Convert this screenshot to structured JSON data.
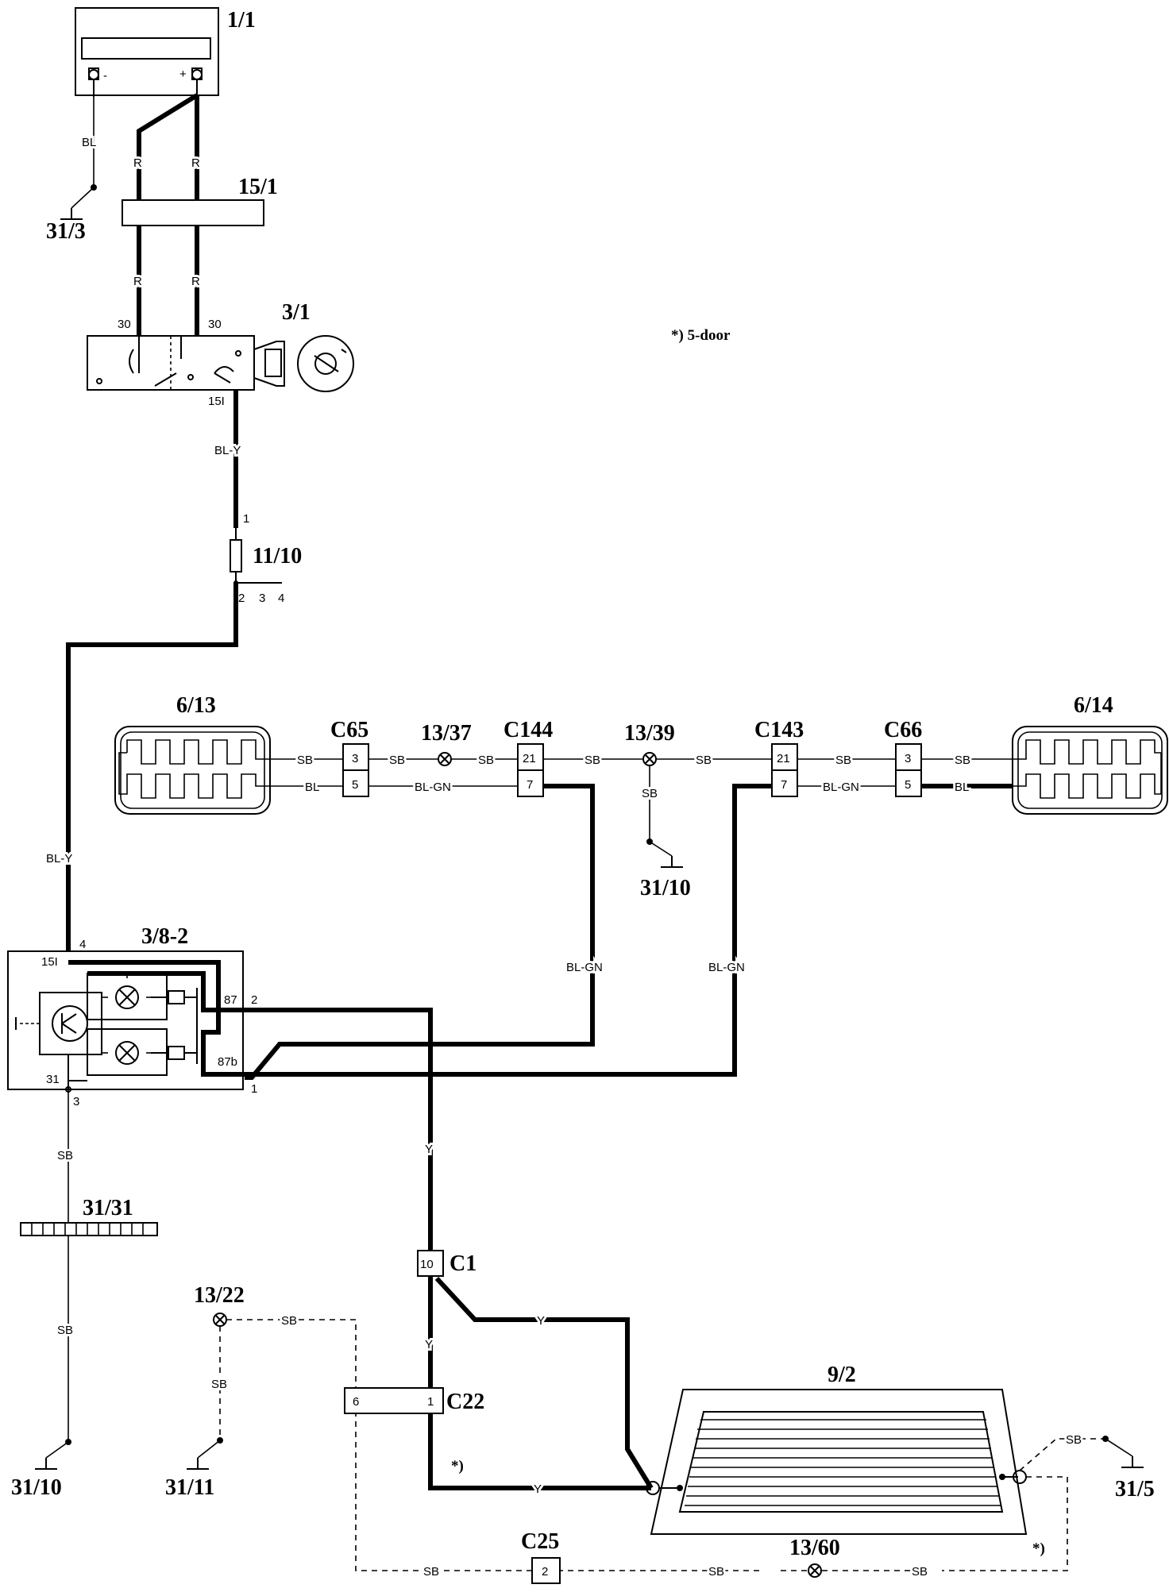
{
  "footnote": "*) 5-door",
  "components": {
    "battery": "1/1",
    "fuse_box": "15/1",
    "ignition_switch": "3/1",
    "fuse": "11/10",
    "relay": "3/8-2",
    "seat_left": "6/13",
    "seat_right": "6/14",
    "rear_window": "9/2",
    "splice_a": "13/37",
    "splice_b": "13/39",
    "splice_c": "13/22",
    "splice_d": "13/60",
    "ground_bus": "31/31"
  },
  "grounds": {
    "g_battery": "31/3",
    "g_splice": "31/10",
    "g_relay": "31/10",
    "g_c22": "31/11",
    "g_window": "31/5"
  },
  "connectors": {
    "c65": "C65",
    "c144": "C144",
    "c143": "C143",
    "c66": "C66",
    "c1": "C1",
    "c22": "C22",
    "c25": "C25"
  },
  "pins": {
    "batt_minus": "-",
    "batt_plus": "+",
    "ign_30a": "30",
    "ign_30b": "30",
    "ign_15i": "15I",
    "fuse_1": "1",
    "fuse_2": "2",
    "fuse_3": "3",
    "fuse_4": "4",
    "relay_4": "4",
    "relay_15i": "15I",
    "relay_87": "87",
    "relay_2": "2",
    "relay_87b": "87b",
    "relay_1": "1",
    "relay_31": "31",
    "relay_3": "3",
    "c65_a": "3",
    "c65_b": "5",
    "c144_a": "21",
    "c144_b": "7",
    "c143_a": "21",
    "c143_b": "7",
    "c66_a": "3",
    "c66_b": "5",
    "c1_pin": "10",
    "c22_a": "6",
    "c22_b": "1",
    "c25_pin": "2"
  },
  "wire_colors": {
    "bl_batt": "BL",
    "r1": "R",
    "r2": "R",
    "r3": "R",
    "r4": "R",
    "bly_a": "BL-Y",
    "bly_b": "BL-Y",
    "sb_6_13": "SB",
    "bl_6_13": "BL",
    "sb_c65": "SB",
    "blgn_c65": "BL-GN",
    "sb_1337": "SB",
    "sb_c144": "SB",
    "sb_1339": "SB",
    "sb_1339_down": "SB",
    "sb_c143": "SB",
    "blgn_c143": "BL-GN",
    "sb_c66": "SB",
    "bl_6_14": "BL",
    "blgn_left_riser": "BL-GN",
    "blgn_right_riser": "BL-GN",
    "y_relay": "Y",
    "y_c1": "Y",
    "y_branch": "Y",
    "y_bottom": "Y",
    "sb_relay_a": "SB",
    "sb_relay_b": "SB",
    "sb_1322_h": "SB",
    "sb_1322_v": "SB",
    "sb_window": "SB",
    "sb_c25_l": "SB",
    "sb_c25_m": "SB",
    "sb_c25_r": "SB"
  },
  "notes": {
    "star_c22": "*)",
    "star_c25": "*)"
  },
  "symbols": {
    "splice": "splice-icon",
    "ground": "ground-icon",
    "heater": "heater-element-icon",
    "lamp": "lamp-icon"
  }
}
